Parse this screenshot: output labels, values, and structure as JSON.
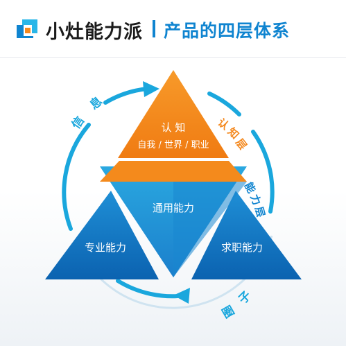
{
  "header": {
    "brand": "小灶能力派",
    "subtitle": "产品的四层体系"
  },
  "diagram": {
    "top": {
      "title": "认 知",
      "subtitle": "自我 / 世界 / 职业"
    },
    "center": "通用能力",
    "left": "专业能力",
    "right": "求职能力",
    "layer_cognition": [
      "认",
      "知",
      "层"
    ],
    "layer_ability": [
      "能",
      "力",
      "层"
    ],
    "info": [
      "信",
      "息"
    ],
    "circle": [
      "圈",
      "子"
    ]
  },
  "colors": {
    "orange": "#f4891f",
    "blue_light": "#29abe2",
    "blue": "#1d8ad2",
    "blue_dark": "#0a5da8",
    "arc": "#1aa7dd"
  }
}
